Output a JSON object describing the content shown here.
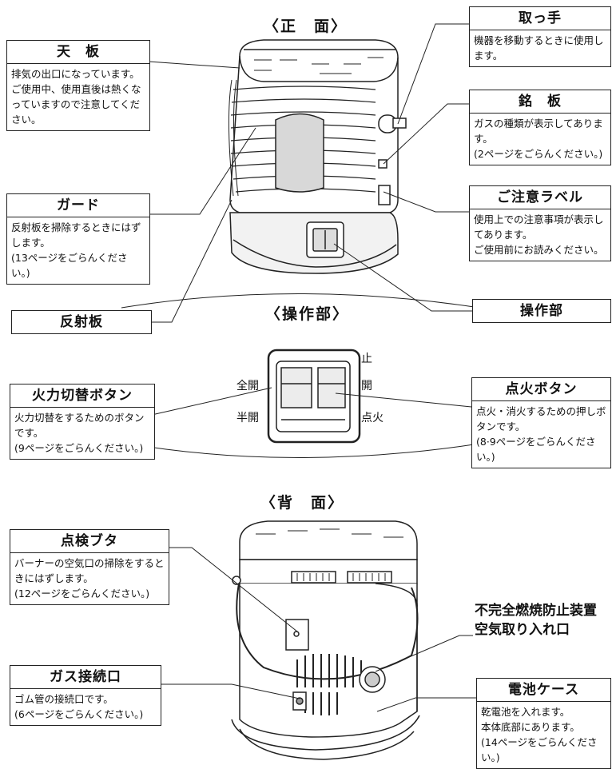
{
  "sections": {
    "front": "〈正　面〉",
    "panel": "〈操作部〉",
    "back": "〈背　面〉"
  },
  "front": {
    "top_plate": {
      "title": "天　板",
      "lines": [
        "排気の出口になっています。",
        "ご使用中、使用直後は熱くなっていますので注意してください。"
      ]
    },
    "guard": {
      "title": "ガード",
      "lines": [
        "反射板を掃除するときにはずします。",
        "(13ページをごらんください。)"
      ]
    },
    "reflector": {
      "title": "反射板"
    },
    "handle": {
      "title": "取っ手",
      "lines": [
        "機器を移動するときに使用します。"
      ]
    },
    "nameplate": {
      "title": "銘　板",
      "lines": [
        "ガスの種類が表示してあります。",
        "(2ページをごらんください。)"
      ]
    },
    "caution_label": {
      "title": "ご注意ラベル",
      "lines": [
        "使用上での注意事項が表示してあります。",
        "ご使用前にお読みください。"
      ]
    },
    "operation": {
      "title": "操作部"
    }
  },
  "panel": {
    "positions": {
      "stop": "止",
      "open": "開",
      "ignite": "点火",
      "full": "全開",
      "half": "半開"
    },
    "fire_switch": {
      "title": "火力切替ボタン",
      "lines": [
        "火力切替をするためのボタンです。",
        "(9ページをごらんください。)"
      ]
    },
    "ignition_button": {
      "title": "点火ボタン",
      "lines": [
        "点火・消火するための押しボタンです。",
        "(8·9ページをごらんください。)"
      ]
    }
  },
  "back": {
    "inspection_cover": {
      "title": "点検ブタ",
      "lines": [
        "バーナーの空気口の掃除をするときにはずします。",
        "(12ページをごらんください。)"
      ]
    },
    "combustion_intake": {
      "line1": "不完全燃焼防止装置",
      "line2": "空気取り入れ口"
    },
    "gas_inlet": {
      "title": "ガス接続口",
      "lines": [
        "ゴム管の接続口です。",
        "(6ページをごらんください。)"
      ]
    },
    "battery_case": {
      "title": "電池ケース",
      "lines": [
        "乾電池を入れます。",
        "本体底部にあります。",
        "(14ページをごらんください。)"
      ]
    }
  }
}
